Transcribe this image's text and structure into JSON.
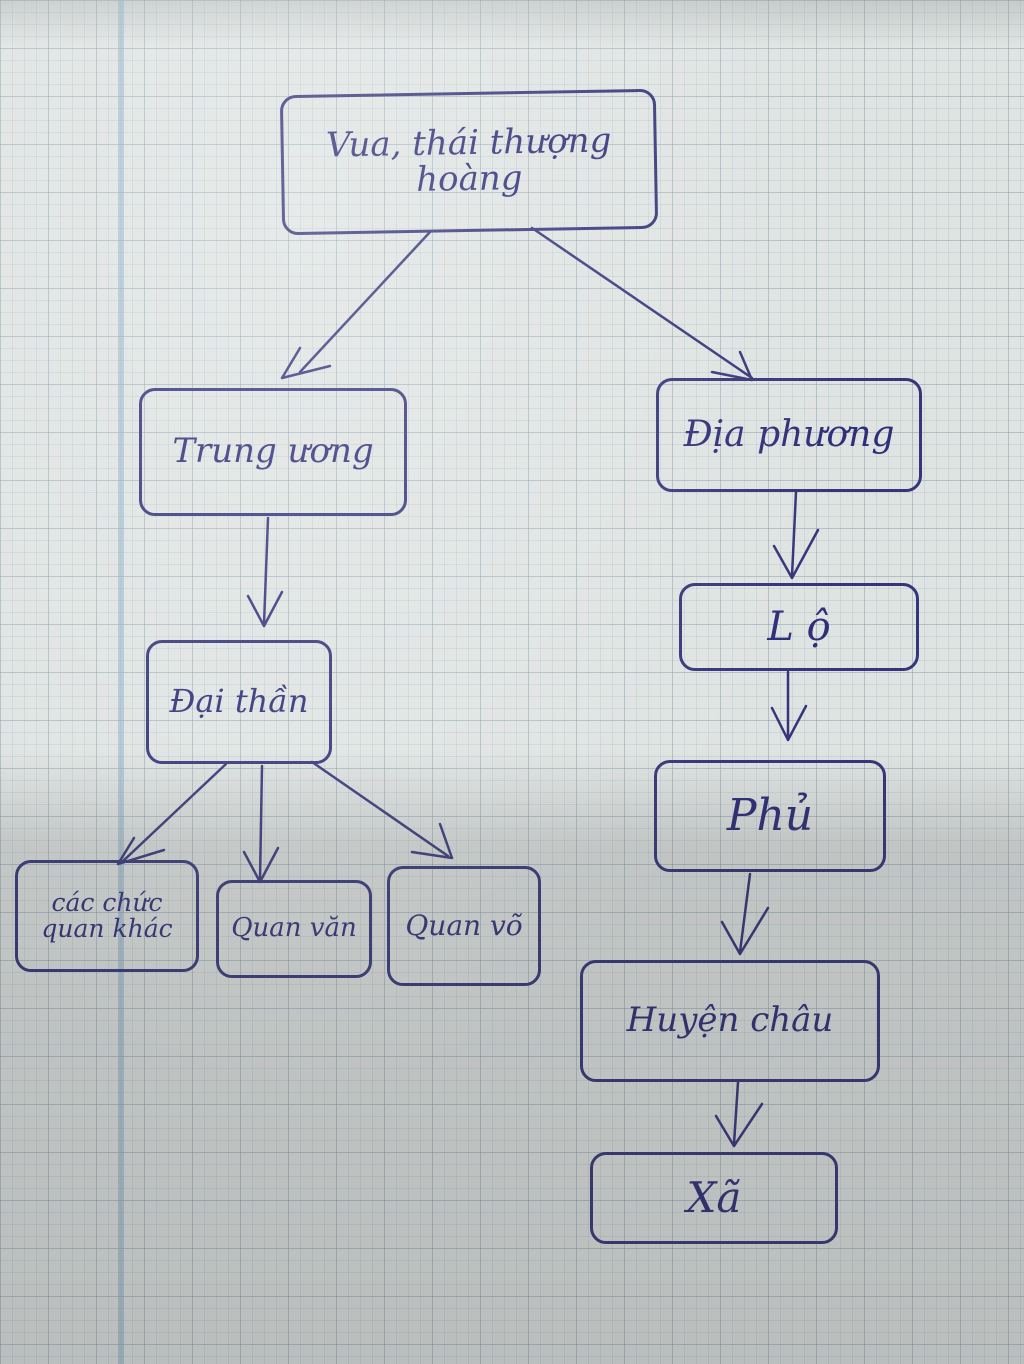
{
  "diagram": {
    "nodes": {
      "root": "Vua, thái thượng hoàng",
      "central": "Trung ương",
      "ministers": "Đại thần",
      "officials_other": "các chức quan khác",
      "civil": "Quan văn",
      "military": "Quan võ",
      "local": "Địa phương",
      "lo": "L ộ",
      "phu": "Phủ",
      "huyen_chau": "Huyện châu",
      "xa": "Xã"
    },
    "edges": [
      [
        "root",
        "central"
      ],
      [
        "root",
        "local"
      ],
      [
        "central",
        "ministers"
      ],
      [
        "ministers",
        "officials_other"
      ],
      [
        "ministers",
        "civil"
      ],
      [
        "ministers",
        "military"
      ],
      [
        "local",
        "lo"
      ],
      [
        "lo",
        "phu"
      ],
      [
        "phu",
        "huyen_chau"
      ],
      [
        "huyen_chau",
        "xa"
      ]
    ],
    "ink_color": "#36357a",
    "paper_color": "#dfe3e2"
  }
}
